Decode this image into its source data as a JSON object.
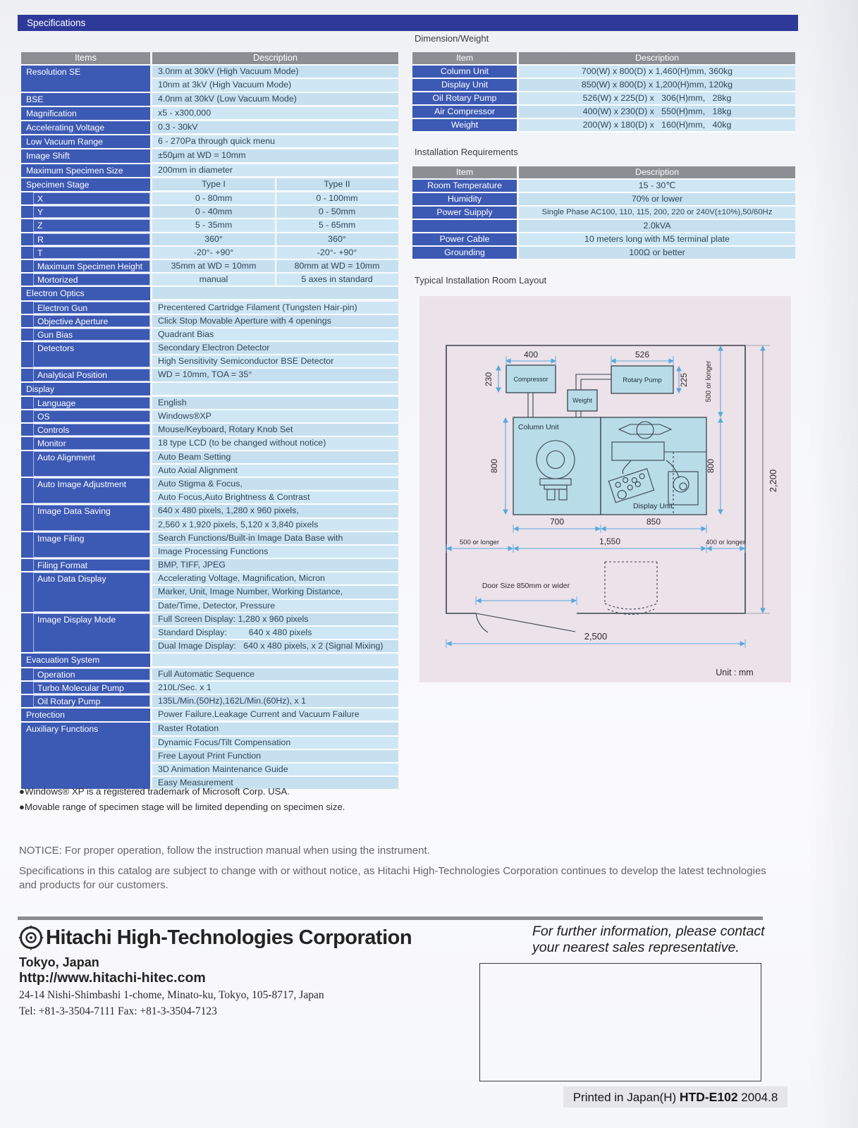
{
  "colors": {
    "bar_navy": "#2e3a99",
    "item_blue": "#3c59b4",
    "header_gray": "#8b8f94",
    "row_a": "#c6e0f0",
    "row_b": "#cfe7f5",
    "diagram_bg": "#ece2ea",
    "equip_fill": "#b8dce8",
    "dim_blue": "#58a8dc"
  },
  "titles": {
    "specifications": "Specifications",
    "dimension_weight": "Dimension/Weight",
    "installation": "Installation Requirements",
    "room_layout": "Typical Installation Room Layout"
  },
  "spec_table": {
    "col_headers": [
      "Items",
      "Description"
    ],
    "rows": [
      {
        "item": "Resolution  SE",
        "lines": [
          "3.0nm at 30kV (High Vacuum Mode)",
          "10nm at 3kV (High Vacuum Mode)"
        ]
      },
      {
        "item": "BSE",
        "lines": [
          "4.0nm at 30kV (Low Vacuum Mode)"
        ]
      },
      {
        "item": "Magnification",
        "lines": [
          "x5 - x300,000"
        ]
      },
      {
        "item": "Accelerating Voltage",
        "lines": [
          "0.3 - 30kV"
        ]
      },
      {
        "item": "Low Vacuum Range",
        "lines": [
          "6 - 270Pa through quick menu"
        ]
      },
      {
        "item": "Image Shift",
        "lines": [
          "±50μm at WD = 10mm"
        ]
      },
      {
        "item": "Maximum Specimen Size",
        "lines": [
          "200mm in diameter"
        ]
      },
      {
        "item": "Specimen Stage",
        "cols": [
          "Type I",
          "Type II"
        ]
      },
      {
        "item": "X",
        "sub": true,
        "cols": [
          "0 - 80mm",
          "0 - 100mm"
        ]
      },
      {
        "item": "Y",
        "sub": true,
        "cols": [
          "0 - 40mm",
          "0 - 50mm"
        ]
      },
      {
        "item": "Z",
        "sub": true,
        "cols": [
          "5 - 35mm",
          "5 - 65mm"
        ]
      },
      {
        "item": "R",
        "sub": true,
        "cols": [
          "360°",
          "360°"
        ]
      },
      {
        "item": "T",
        "sub": true,
        "cols": [
          "-20°- +90°",
          "-20°- +90°"
        ]
      },
      {
        "item": "Maximum Specimen Height",
        "sub": true,
        "cols": [
          "35mm at WD = 10mm",
          "80mm at WD = 10mm"
        ]
      },
      {
        "item": "Mortorized",
        "sub": true,
        "cols": [
          "manual",
          "5 axes in standard"
        ]
      },
      {
        "item": "Electron Optics",
        "group": true
      },
      {
        "item": "Electron Gun",
        "sub": true,
        "lines": [
          "Precentered Cartridge Filament (Tungsten Hair-pin)"
        ]
      },
      {
        "item": "Objective Aperture",
        "sub": true,
        "lines": [
          "Click Stop Movable Aperture with 4 openings"
        ]
      },
      {
        "item": "Gun Bias",
        "sub": true,
        "lines": [
          "Quadrant Bias"
        ]
      },
      {
        "item": "Detectors",
        "sub": true,
        "lines": [
          "Secondary Electron Detector",
          "High Sensitivity Semiconductor BSE Detector"
        ]
      },
      {
        "item": "Analytical Position",
        "sub": true,
        "lines": [
          "WD = 10mm, TOA = 35°"
        ]
      },
      {
        "item": "Display",
        "group": true
      },
      {
        "item": "Language",
        "sub": true,
        "lines": [
          "English"
        ]
      },
      {
        "item": "OS",
        "sub": true,
        "lines": [
          "Windows®XP"
        ]
      },
      {
        "item": "Controls",
        "sub": true,
        "lines": [
          "Mouse/Keyboard, Rotary Knob Set"
        ]
      },
      {
        "item": "Monitor",
        "sub": true,
        "lines": [
          "18 type LCD (to be changed without notice)"
        ]
      },
      {
        "item": "Auto Alignment",
        "sub": true,
        "lines": [
          "Auto Beam Setting",
          "Auto Axial Alignment"
        ]
      },
      {
        "item": "Auto Image Adjustment",
        "sub": true,
        "lines": [
          "Auto Stigma & Focus,",
          "Auto Focus,Auto Brightness & Contrast"
        ]
      },
      {
        "item": "Image Data Saving",
        "sub": true,
        "lines": [
          "640 x 480 pixels, 1,280 x 960 pixels,",
          "2,560 x 1,920 pixels, 5,120 x 3,840 pixels"
        ]
      },
      {
        "item": "Image Filing",
        "sub": true,
        "lines": [
          "Search Functions/Built-in Image Data Base with",
          "Image Processing Functions"
        ]
      },
      {
        "item": "Filing Format",
        "sub": true,
        "lines": [
          "BMP, TIFF, JPEG"
        ]
      },
      {
        "item": "Auto Data Display",
        "sub": true,
        "lines": [
          "Accelerating Voltage, Magnification, Micron",
          "Marker, Unit, Image Number, Working Distance,",
          "Date/Time, Detector, Pressure"
        ]
      },
      {
        "item": "Image Display Mode",
        "sub": true,
        "lines": [
          "Full Screen Display: 1,280 x 960 pixels",
          "Standard Display:         640 x 480 pixels",
          "Dual Image Display:   640 x 480 pixels, x 2 (Signal Mixing)"
        ]
      },
      {
        "item": "Evacuation System",
        "group": true
      },
      {
        "item": "Operation",
        "sub": true,
        "lines": [
          "Full Automatic Sequence"
        ]
      },
      {
        "item": "Turbo Molecular Pump",
        "sub": true,
        "lines": [
          "210L/Sec. x 1"
        ]
      },
      {
        "item": "Oil Rotary Pump",
        "sub": true,
        "lines": [
          "135L/Min.(50Hz),162L/Min.(60Hz), x 1"
        ]
      },
      {
        "item": "Protection",
        "lines": [
          "Power Failure,Leakage Current and Vacuum Failure"
        ]
      },
      {
        "item": "Auxiliary Functions",
        "lines": [
          "Raster Rotation",
          "Dynamic Focus/Tilt Compensation",
          "Free Layout Print Function",
          "3D Animation Maintenance Guide",
          "Easy Measurement"
        ]
      }
    ],
    "footnotes": [
      "●Windows® XP is a registered trademark of Microsoft Corp. USA.",
      "●Movable range of specimen stage will be limited depending on specimen size."
    ]
  },
  "dimension_table": {
    "col_headers": [
      "Item",
      "Description"
    ],
    "rows": [
      {
        "item": "Column Unit",
        "desc": "700(W) x 800(D) x 1,460(H)mm, 360kg"
      },
      {
        "item": "Display Unit",
        "desc": "850(W) x 800(D) x 1,200(H)mm, 120kg"
      },
      {
        "item": "Oil Rotary Pump",
        "desc": "526(W) x 225(D) x   306(H)mm,   28kg"
      },
      {
        "item": "Air Compressor",
        "desc": "400(W) x 230(D) x   550(H)mm,   18kg"
      },
      {
        "item": "Weight",
        "desc": "200(W) x 180(D) x   160(H)mm,   40kg"
      }
    ]
  },
  "installation_table": {
    "col_headers": [
      "Item",
      "Description"
    ],
    "rows": [
      {
        "item": "Room Temperature",
        "desc": "15 - 30℃"
      },
      {
        "item": "Humidity",
        "desc": "70% or lower"
      },
      {
        "item": "Power Suipply",
        "desc": "Single Phase AC100, 110, 115, 200, 220 or 240V(±10%),50/60Hz",
        "small": true
      },
      {
        "item": "",
        "desc": "2.0kVA"
      },
      {
        "item": "Power Cable",
        "desc": "10 meters long with M5 terminal plate"
      },
      {
        "item": "Grounding",
        "desc": "100Ω or better"
      }
    ]
  },
  "diagram": {
    "title": "Typical Installation Room Layout",
    "unit_label": "Unit : mm",
    "boxes": {
      "compressor": "Compressor",
      "rotary_pump": "Rotary Pump",
      "weight": "Weight",
      "column_unit": "Column Unit",
      "display_unit": "Display Unit"
    },
    "dims": {
      "d400": "400",
      "d526": "526",
      "d230": "230",
      "d225": "225",
      "right_gap": "500 or longer",
      "left_800": "800",
      "right_800": "800",
      "d2200": "2,200",
      "d700": "700",
      "d850": "850",
      "bottom_left": "500 or longer",
      "d1550": "1,550",
      "bottom_right": "400 or longer",
      "door": "Door Size 850mm or wider",
      "d2500": "2,500"
    }
  },
  "notice": {
    "line1": "NOTICE: For proper operation, follow the instruction manual when using the instrument.",
    "line2": "Specifications in this catalog are subject to change with or without notice, as Hitachi High-Technologies Corporation continues to develop the latest technologies and products for our customers."
  },
  "footer": {
    "company": "Hitachi High-Technologies Corporation",
    "location": "Tokyo, Japan",
    "url": "http://www.hitachi-hitec.com",
    "address": "24-14 Nishi-Shimbashi 1-chome, Minato-ku, Tokyo, 105-8717,  Japan",
    "tel_fax": "Tel: +81-3-3504-7111   Fax: +81-3-3504-7123",
    "contact_note_1": "For further information, please contact",
    "contact_note_2": "your nearest sales representative.",
    "printed": "Printed in Japan(H)",
    "code": "HTD-E102",
    "date": "2004.8"
  }
}
